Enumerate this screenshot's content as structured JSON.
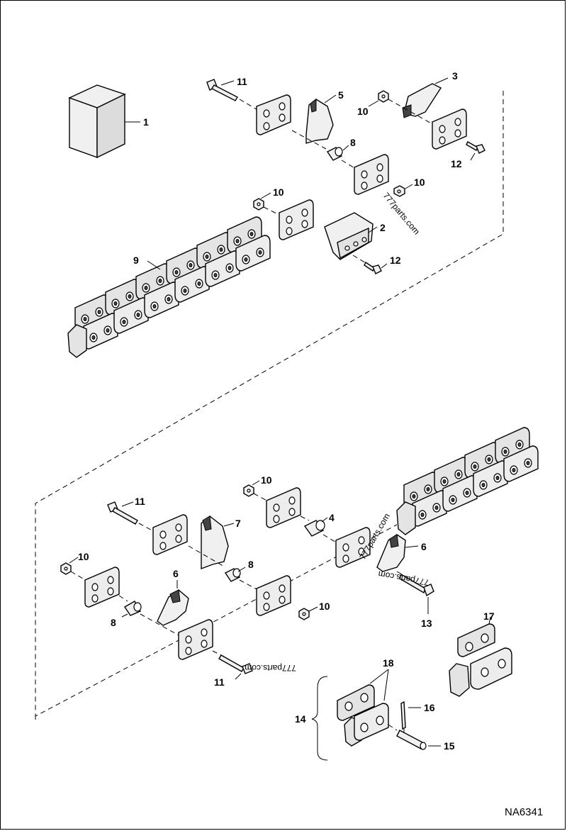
{
  "diagram": {
    "code": "NA6341",
    "watermark": "777parts.com",
    "callouts": {
      "c1": "1",
      "c2": "2",
      "c3": "3",
      "c4": "4",
      "c5": "5",
      "c6a": "6",
      "c6b": "6",
      "c7": "7",
      "c8a": "8",
      "c8b": "8",
      "c8c": "8",
      "c9": "9",
      "c10a": "10",
      "c10b": "10",
      "c10c": "10",
      "c10d": "10",
      "c10e": "10",
      "c10f": "10",
      "c11a": "11",
      "c11b": "11",
      "c11c": "11",
      "c12a": "12",
      "c12b": "12",
      "c13": "13",
      "c14": "14",
      "c15": "15",
      "c16": "16",
      "c17": "17",
      "c18": "18"
    }
  }
}
